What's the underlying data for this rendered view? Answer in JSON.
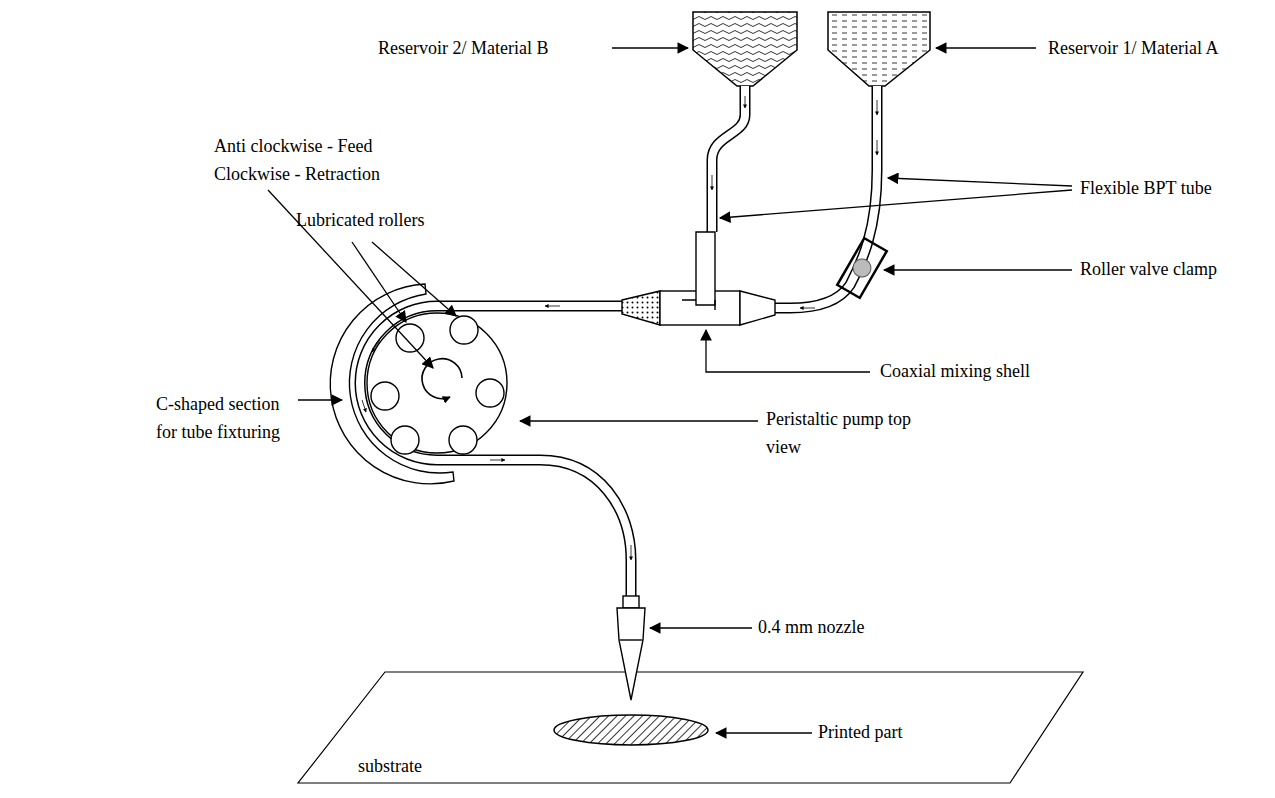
{
  "diagram": {
    "labels": [
      "Reservoir 2/ Material B",
      "Reservoir 1/ Material A",
      "Anti clockwise - Feed",
      "Clockwise - Retraction",
      "Lubricated rollers",
      "Flexible BPT tube",
      "Roller valve clamp",
      "Coaxial mixing shell",
      "C-shaped section for tube fixturing",
      "Peristaltic pump top view",
      "0.4 mm nozzle",
      "Printed part",
      "substrate"
    ]
  }
}
